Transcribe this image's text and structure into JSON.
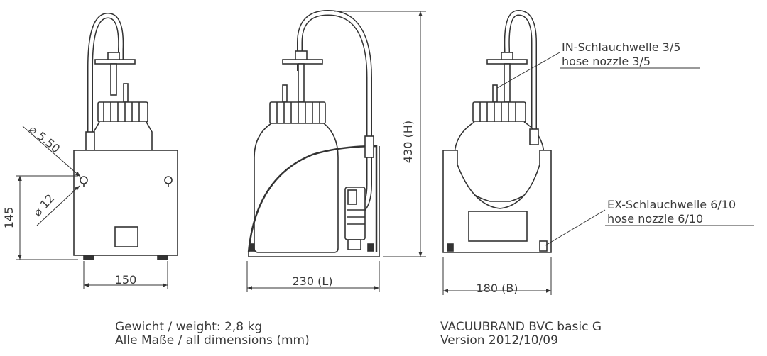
{
  "dimensions": {
    "width_front": "150",
    "height_mount": "145",
    "hole_diameter_small": "⌀ 5,50",
    "hole_diameter_large": "⌀ 12",
    "width_side": "230 (L)",
    "height_total": "430 (H)",
    "width_back": "180 (B)"
  },
  "callouts": {
    "in_hose_de": "IN-Schlauchwelle 3/5",
    "in_hose_en": "hose nozzle 3/5",
    "ex_hose_de": "EX-Schlauchwelle 6/10",
    "ex_hose_en": "hose nozzle 6/10"
  },
  "footer": {
    "weight": "Gewicht / weight: 2,8 kg",
    "dimensions_note": "Alle Maße / all dimensions (mm)",
    "product": "VACUUBRAND BVC basic G",
    "version": "Version 2012/10/09"
  }
}
